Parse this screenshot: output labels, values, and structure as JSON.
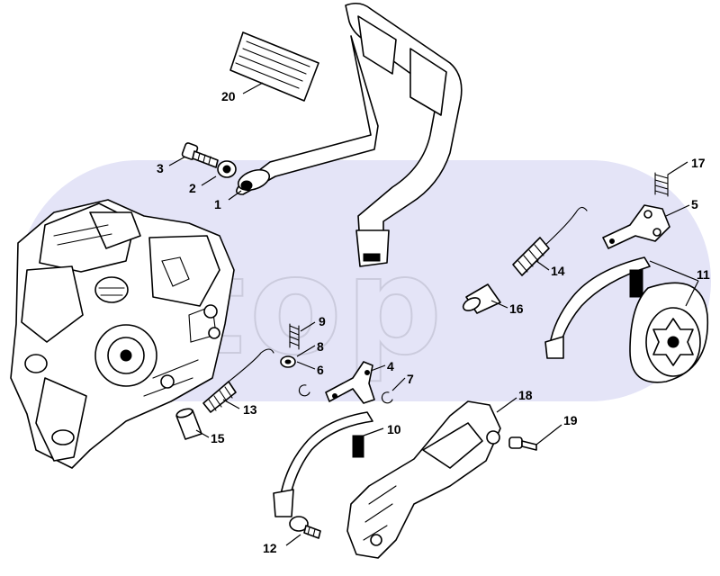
{
  "watermark": {
    "text": "eltop",
    "band_color": "#e4e4f7"
  },
  "callouts": [
    {
      "id": "1",
      "label": "1"
    },
    {
      "id": "2",
      "label": "2"
    },
    {
      "id": "3",
      "label": "3"
    },
    {
      "id": "4",
      "label": "4"
    },
    {
      "id": "5",
      "label": "5"
    },
    {
      "id": "6",
      "label": "6"
    },
    {
      "id": "7",
      "label": "7"
    },
    {
      "id": "8",
      "label": "8"
    },
    {
      "id": "9",
      "label": "9"
    },
    {
      "id": "10",
      "label": "10"
    },
    {
      "id": "11",
      "label": "11"
    },
    {
      "id": "12",
      "label": "12"
    },
    {
      "id": "13",
      "label": "13"
    },
    {
      "id": "14",
      "label": "14"
    },
    {
      "id": "15",
      "label": "15"
    },
    {
      "id": "16",
      "label": "16"
    },
    {
      "id": "17",
      "label": "17"
    },
    {
      "id": "18",
      "label": "18"
    },
    {
      "id": "19",
      "label": "19"
    },
    {
      "id": "20",
      "label": "20"
    }
  ]
}
